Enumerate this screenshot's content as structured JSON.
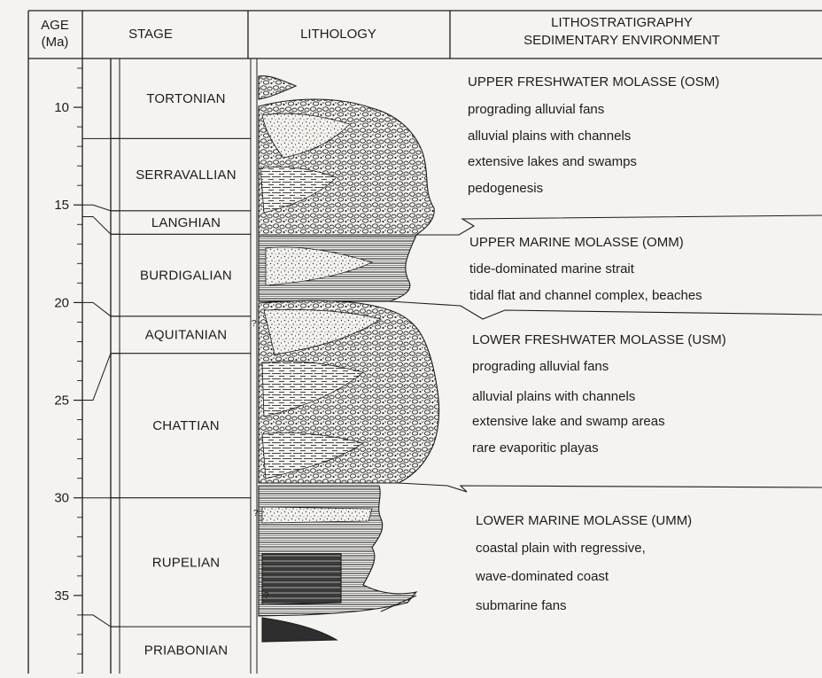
{
  "headers": {
    "age": [
      "AGE",
      "(Ma)"
    ],
    "stage": "STAGE",
    "lithology": "LITHOLOGY",
    "lithostrat": [
      "LITHOSTRATIGRAPHY",
      "SEDIMENTARY ENVIRONMENT"
    ]
  },
  "age_axis": {
    "min": 7.5,
    "max": 39,
    "labels": [
      {
        "value": 10,
        "text": "10"
      },
      {
        "value": 15,
        "text": "15"
      },
      {
        "value": 20,
        "text": "20"
      },
      {
        "value": 25,
        "text": "25"
      },
      {
        "value": 30,
        "text": "30"
      },
      {
        "value": 35,
        "text": "35"
      }
    ]
  },
  "stages": [
    {
      "name": "TORTONIAN",
      "top": 7.5,
      "base": 11.6
    },
    {
      "name": "SERRAVALLIAN",
      "top": 11.6,
      "base": 15.3
    },
    {
      "name": "LANGHIAN",
      "top": 15.3,
      "base": 16.5
    },
    {
      "name": "BURDIGALIAN",
      "top": 16.5,
      "base": 20.7
    },
    {
      "name": "AQUITANIAN",
      "top": 20.7,
      "base": 22.6
    },
    {
      "name": "CHATTIAN",
      "top": 22.6,
      "base": 30.0
    },
    {
      "name": "RUPELIAN",
      "top": 30.0,
      "base": 36.6
    },
    {
      "name": "PRIABONIAN",
      "top": 36.6,
      "base": 39
    }
  ],
  "environments": [
    {
      "title": "UPPER FRESHWATER MOLASSE (OSM)",
      "lines": [
        "prograding alluvial fans",
        "alluvial plains with channels",
        "extensive lakes and swamps",
        "pedogenesis"
      ]
    },
    {
      "title": "UPPER MARINE MOLASSE (OMM)",
      "lines": [
        "tide-dominated marine strait",
        "tidal flat and channel complex, beaches"
      ]
    },
    {
      "title": "LOWER FRESHWATER MOLASSE (USM)",
      "lines": [
        "prograding alluvial fans",
        "alluvial plains with channels",
        "extensive lake and swamp areas",
        "rare evaporitic playas"
      ]
    },
    {
      "title": "LOWER MARINE MOLASSE (UMM)",
      "lines": [
        "coastal plain with regressive,",
        "wave-dominated coast",
        "submarine fans"
      ]
    }
  ],
  "question_marks": [
    "?",
    "?",
    "?"
  ],
  "colors": {
    "ink": "#1c1c1c",
    "paper": "#f4f3ef"
  }
}
